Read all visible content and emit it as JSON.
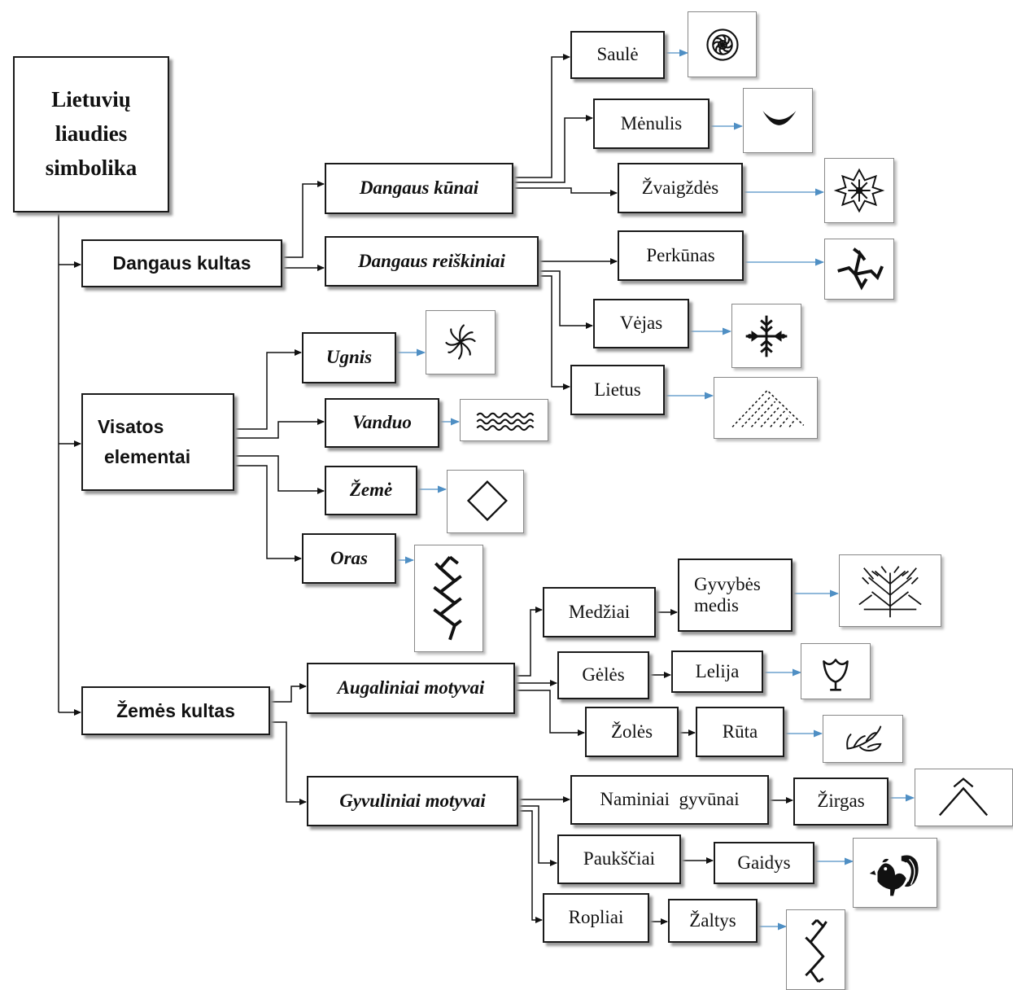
{
  "root": {
    "line1": "Lietuvių",
    "line2": "liaudies",
    "line3": "simbolika"
  },
  "categories": {
    "dangaus_kultas": "Dangaus kultas",
    "visatos_line1": "Visatos",
    "visatos_line2": "elementai",
    "zemes_kultas": "Žemės kultas"
  },
  "subcategories": {
    "dangaus_kunai": "Dangaus kūnai",
    "dangaus_reiskiniai": "Dangaus reiškiniai",
    "ugnis": "Ugnis",
    "vanduo": "Vanduo",
    "zeme": "Žemė",
    "oras": "Oras",
    "augaliniai": "Augaliniai motyvai",
    "gyvuliniai": "Gyvuliniai motyvai"
  },
  "items": {
    "saule": "Saulė",
    "menulis": "Mėnulis",
    "zvaigzdes": "Žvaigždės",
    "perkunas": "Perkūnas",
    "vejas": "Vėjas",
    "lietus": "Lietus",
    "medziai": "Medžiai",
    "geles": "Gėlės",
    "zoles": "Žolės",
    "naminiai": "Naminiai  gyvūnai",
    "pauksciai": "Paukščiai",
    "ropliai": "Ropliai"
  },
  "leaves": {
    "gyvybes_line1": "Gyvybės",
    "gyvybes_line2": "medis",
    "lelija": "Lelija",
    "ruta": "Rūta",
    "zirgas": "Žirgas",
    "gaidys": "Gaidys",
    "zaltys": "Žaltys"
  },
  "colors": {
    "arrow": "#111111",
    "symbol_arrow": "#4f8fc4",
    "border": "#1a1a1a",
    "shadow": "#9a9a9a"
  }
}
